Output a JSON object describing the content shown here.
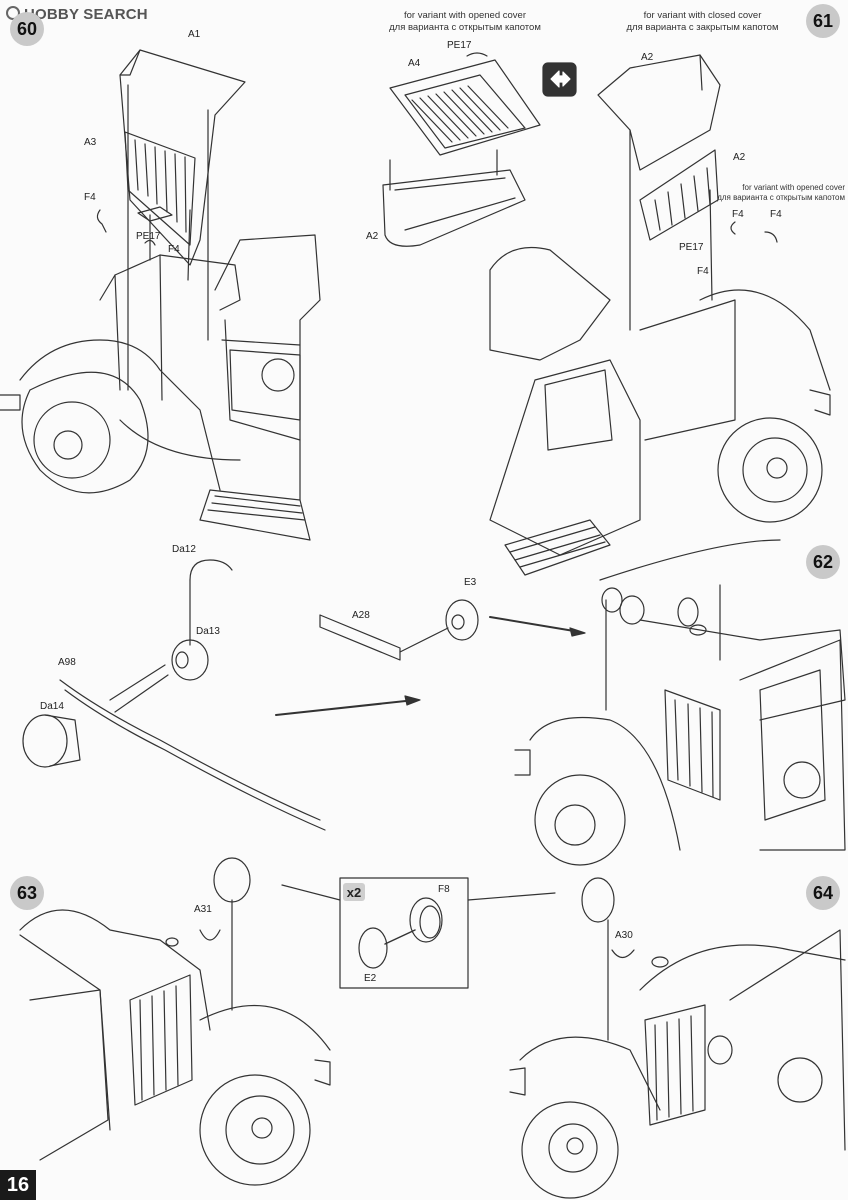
{
  "logo": {
    "text": "HOBBY SEARCH"
  },
  "page_number": "16",
  "steps": {
    "s60": "60",
    "s61": "61",
    "s62": "62",
    "s63": "63",
    "s64": "64"
  },
  "notes": {
    "opened_en": "for variant with opened cover",
    "opened_ru": "для варианта с открытым капотом",
    "closed_en": "for variant with closed cover",
    "closed_ru": "для варианта с закрытым капотом",
    "opened2_en": "for variant with opened cover",
    "opened2_ru": "для варианта с открытым капотом"
  },
  "multiplier": "x2",
  "parts": {
    "a1": "A1",
    "a3": "A3",
    "f4_60a": "F4",
    "pe17_60": "PE17",
    "f4_60b": "F4",
    "pe17_top": "PE17",
    "a4": "A4",
    "a2_top": "A2",
    "a2_61a": "A2",
    "a2_61b": "A2",
    "f4_61a": "F4",
    "f4_61b": "F4",
    "pe17_61": "PE17",
    "f4_61c": "F4",
    "da12": "Da12",
    "da13": "Da13",
    "a98": "A98",
    "da14": "Da14",
    "a28": "A28",
    "e3": "E3",
    "a31": "A31",
    "f8": "F8",
    "e2": "E2",
    "a30": "A30"
  },
  "icons": {
    "arrow_swap": "swap-arrows-icon"
  }
}
